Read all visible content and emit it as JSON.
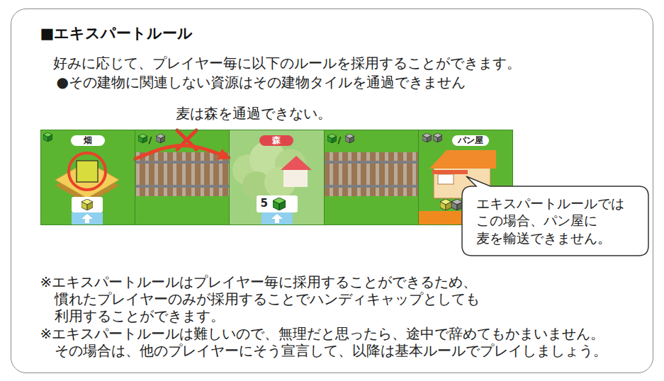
{
  "diagram": {
    "nodes": [
      {
        "text": [
          "■エキスパートルール",
          "好みに応じて、プレイヤー毎に以下のルールを採用することができます。",
          "●その建物に関連しない資源はその建物タイルを通過できません",
          "※エキスパートルールはプレイヤー毎に採用することができるため、 慣れたプレイヤーのみが採用することでハンディキャップとしても 利用することができます。",
          "※エキスパートルールは難しいので、無理だと思ったら、途中で辞めてもかまいません。 その場合は、他のプレイヤーにそう宣言して、以降は基本ルールでプレイしましょう。"
        ]
      },
      {
        "text": [
          "畑"
        ],
        "in": 0
      },
      {
        "text": [
          "/"
        ],
        "in": 0
      },
      {
        "text": [
          "森",
          "5"
        ],
        "in": 0
      },
      {
        "text": [
          "/"
        ],
        "in": 0
      },
      {
        "text": [
          "パン屋"
        ],
        "in": 0
      },
      {
        "text": [
          "エキスパートルールでは この場合、パン屋に 麦を輸送できません。"
        ],
        "in": 0
      }
    ],
    "edges": [
      {
        "from": 1,
        "to": 3,
        "arrow": "to"
      }
    ],
    "labels": [
      "麦は森を通過できない。"
    ]
  }
}
